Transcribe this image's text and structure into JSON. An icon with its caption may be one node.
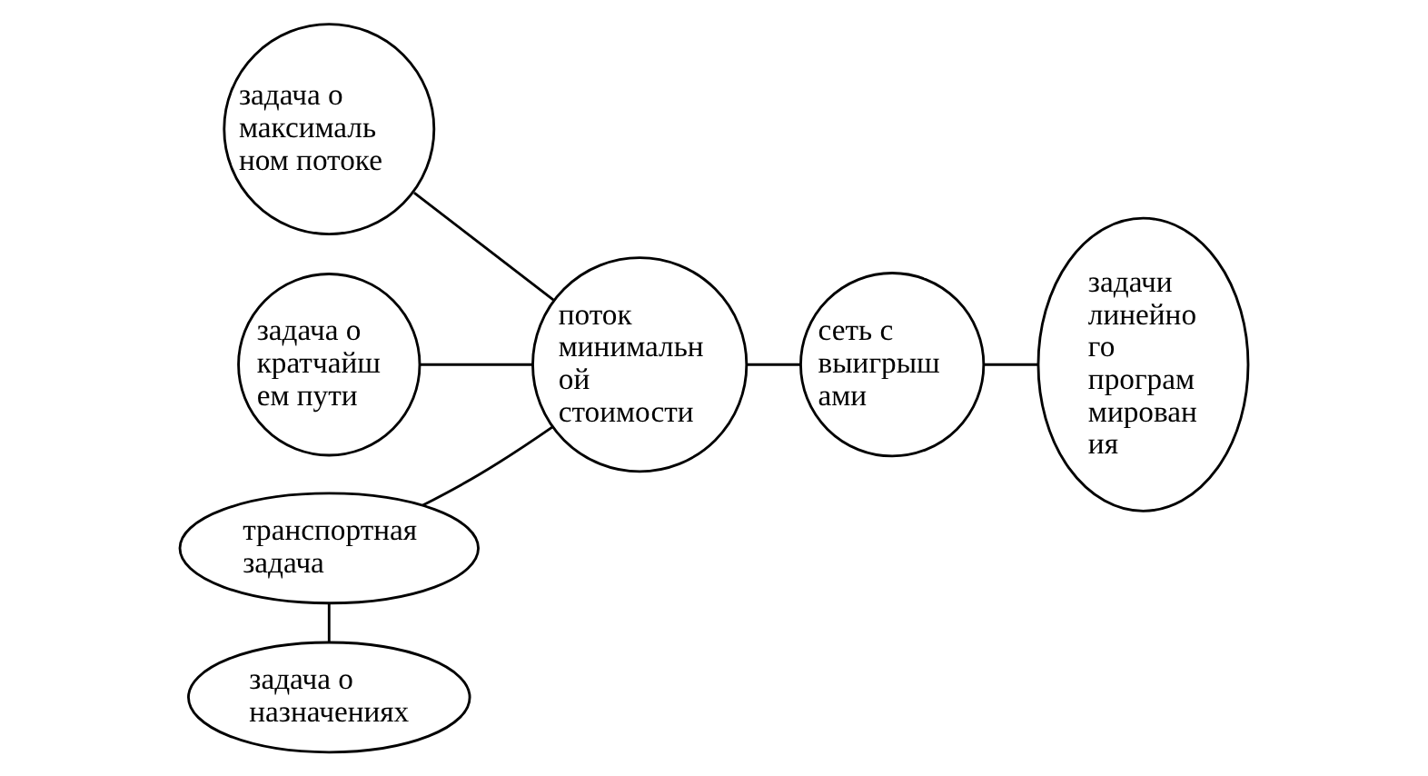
{
  "diagram": {
    "nodes": [
      {
        "text": [
          "задача о максималь ном потоке"
        ]
      },
      {
        "text": [
          "задача о кратчайш ем пути"
        ]
      },
      {
        "text": [
          "поток минимальн ой стоимости"
        ]
      },
      {
        "text": [
          "сеть с выигрыш ами"
        ]
      },
      {
        "text": [
          "задачи линейно го програм мирован ия"
        ]
      },
      {
        "text": [
          "транспортная задача"
        ]
      },
      {
        "text": [
          "задача о назначениях"
        ]
      }
    ],
    "edges": [
      {
        "from": 0,
        "to": 2,
        "arrow": "none"
      },
      {
        "from": 1,
        "to": 2,
        "arrow": "none"
      },
      {
        "from": 2,
        "to": 3,
        "arrow": "none"
      },
      {
        "from": 3,
        "to": 4,
        "arrow": "none"
      },
      {
        "from": 5,
        "to": 2,
        "arrow": "none"
      },
      {
        "from": 5,
        "to": 6,
        "arrow": "none"
      }
    ]
  }
}
